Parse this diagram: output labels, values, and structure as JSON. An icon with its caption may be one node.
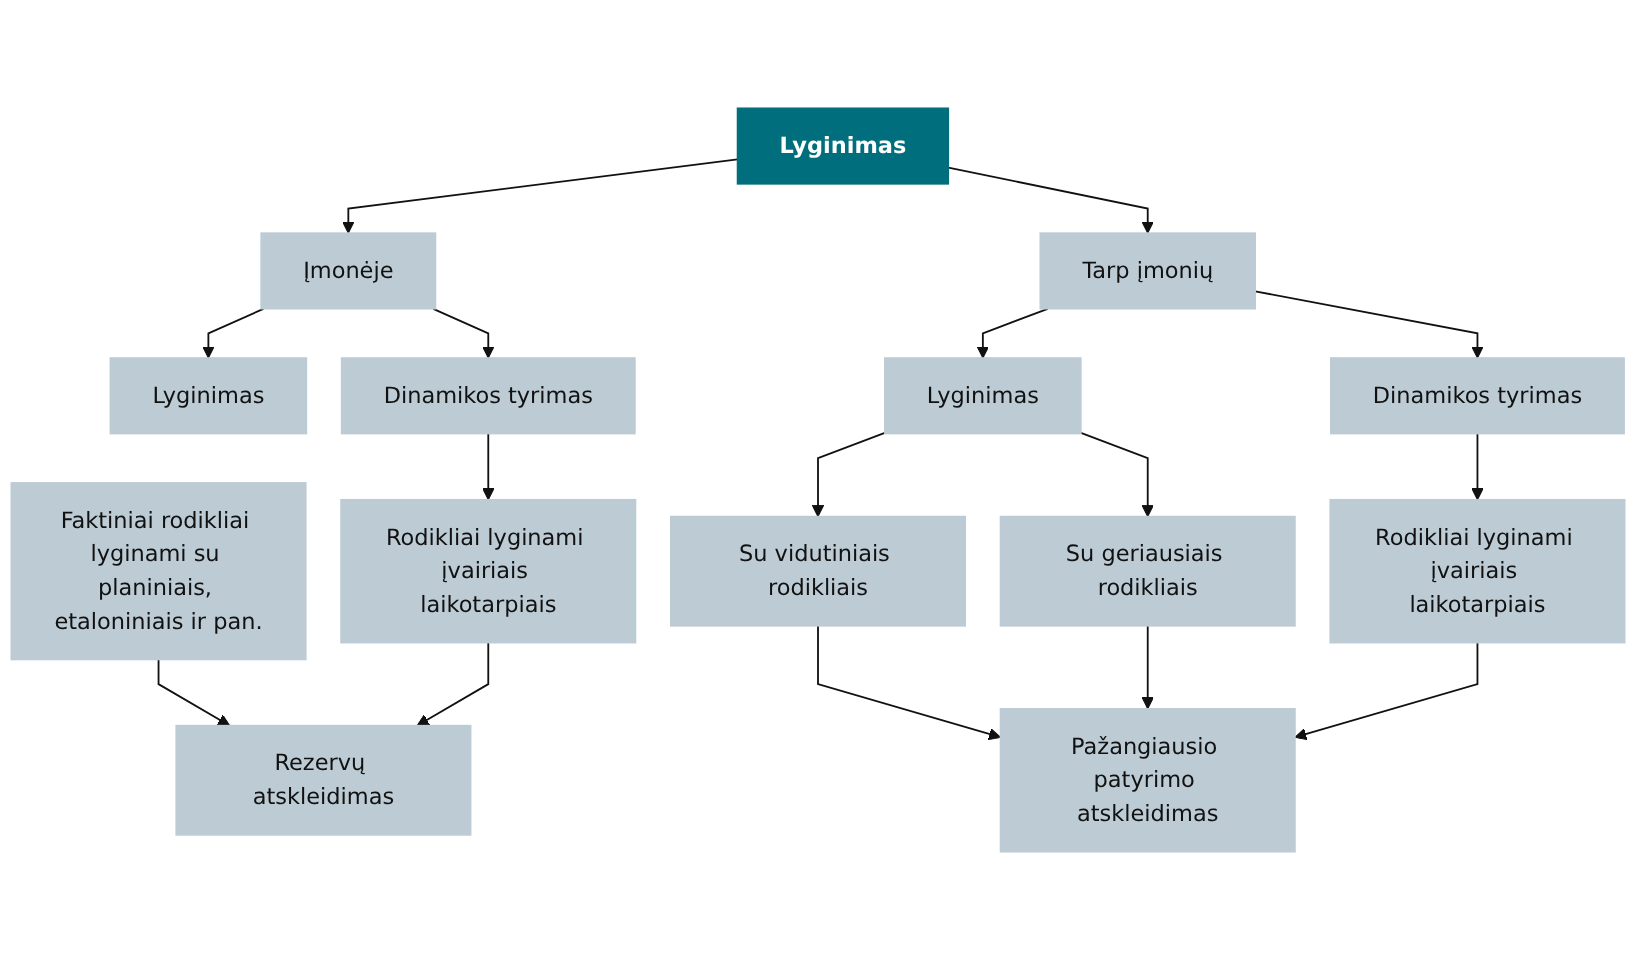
{
  "diagram": {
    "nodes": [
      {
        "text": [
          "Lyginimas"
        ]
      },
      {
        "text": [
          "Įmonėje"
        ]
      },
      {
        "text": [
          "Tarp įmonių"
        ]
      },
      {
        "text": [
          "Lyginimas"
        ]
      },
      {
        "text": [
          "Dinamikos tyrimas"
        ]
      },
      {
        "text": [
          "Lyginimas"
        ]
      },
      {
        "text": [
          "Dinamikos tyrimas"
        ]
      },
      {
        "text": [
          "Faktiniai rodikliai lyginami su planiniais, etaloniniais ir pan."
        ]
      },
      {
        "text": [
          "Rodikliai lyginami įvairiais laikotarpiais"
        ]
      },
      {
        "text": [
          "Su vidutiniais rodikliais"
        ]
      },
      {
        "text": [
          "Su geriausiais rodikliais"
        ]
      },
      {
        "text": [
          "Rodikliai lyginami įvairiais laikotarpiais"
        ]
      },
      {
        "text": [
          "Rezervų atskleidimas"
        ]
      },
      {
        "text": [
          "Pažangiausio patyrimo atskleidimas"
        ]
      }
    ],
    "edges": [
      {
        "from": 0,
        "to": 1,
        "arrow": "to"
      },
      {
        "from": 0,
        "to": 2,
        "arrow": "to"
      },
      {
        "from": 1,
        "to": 3,
        "arrow": "to"
      },
      {
        "from": 1,
        "to": 4,
        "arrow": "to"
      },
      {
        "from": 2,
        "to": 5,
        "arrow": "to"
      },
      {
        "from": 2,
        "to": 6,
        "arrow": "to"
      },
      {
        "from": 4,
        "to": 8,
        "arrow": "to"
      },
      {
        "from": 5,
        "to": 9,
        "arrow": "to"
      },
      {
        "from": 5,
        "to": 10,
        "arrow": "to"
      },
      {
        "from": 6,
        "to": 11,
        "arrow": "to"
      },
      {
        "from": 7,
        "to": 12,
        "arrow": "to"
      },
      {
        "from": 8,
        "to": 12,
        "arrow": "to"
      },
      {
        "from": 9,
        "to": 13,
        "arrow": "to"
      },
      {
        "from": 10,
        "to": 13,
        "arrow": "to"
      },
      {
        "from": 11,
        "to": 13,
        "arrow": "to"
      }
    ]
  }
}
